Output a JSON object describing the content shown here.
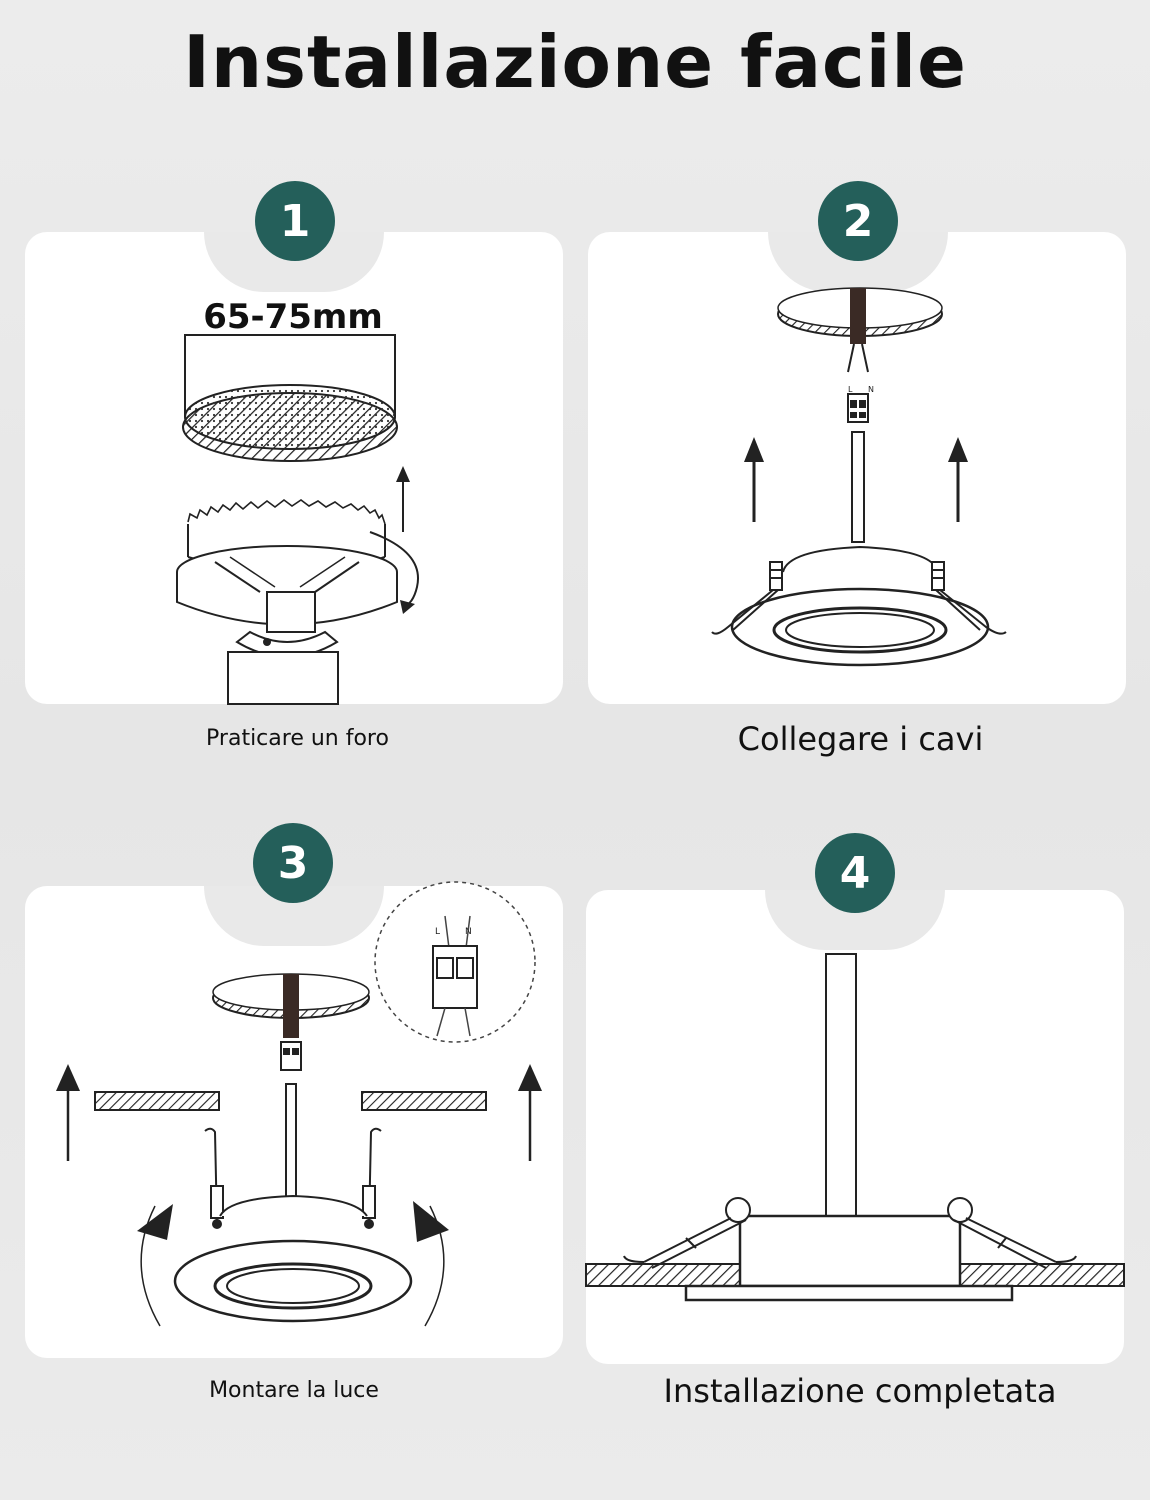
{
  "title": "Installazione facile",
  "steps": [
    {
      "number": "1",
      "caption": "Praticare un foro",
      "dimension": "65-75mm"
    },
    {
      "number": "2",
      "caption": "Collegare i cavi"
    },
    {
      "number": "3",
      "caption": "Montare la luce"
    },
    {
      "number": "4",
      "caption": "Installazione completata"
    }
  ],
  "wire_labels": {
    "l": "L",
    "n": "N"
  },
  "colors": {
    "badge": "#245f5a",
    "line": "#222222",
    "panel": "#ffffff",
    "background": "#e9e9e9"
  }
}
